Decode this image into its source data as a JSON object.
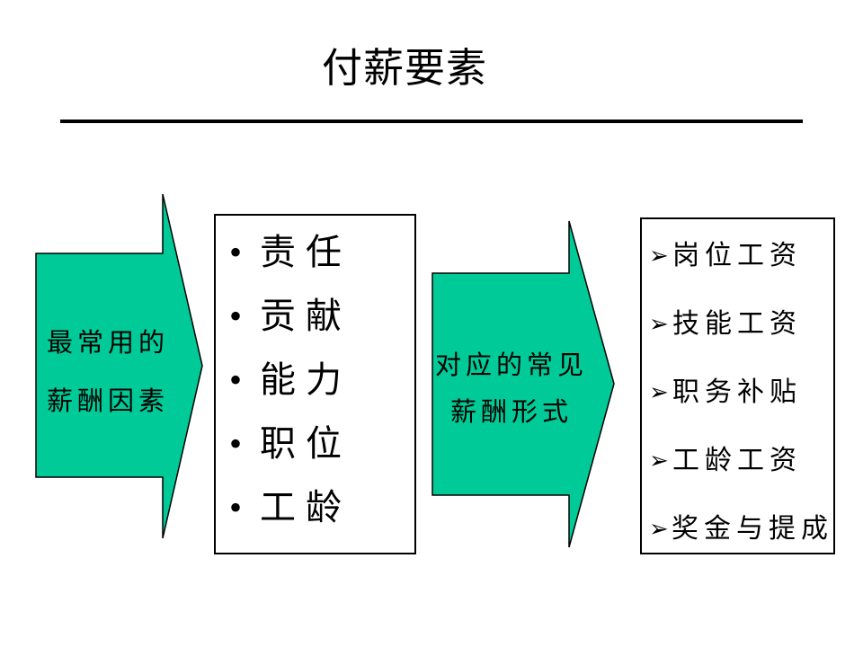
{
  "slide": {
    "title": "付薪要素"
  },
  "left_arrow": {
    "lines": [
      "最常用的",
      "薪酬因素"
    ]
  },
  "factors_box": {
    "bullet_char": "•",
    "items": [
      "责任",
      "贡献",
      "能力",
      "职位",
      "工龄"
    ]
  },
  "middle_arrow": {
    "lines": [
      "对应的常见",
      "薪酬形式"
    ]
  },
  "forms_box": {
    "bullet_char": "➢",
    "items": [
      "岗位工资",
      "技能工资",
      "职务补贴",
      "工龄工资",
      "奖金与提成"
    ]
  },
  "colors": {
    "background": "#FFFFFF",
    "text": "#000000",
    "arrow_fill": "#00CB98",
    "arrow_stroke": "#000000",
    "box_border": "#000000",
    "divider": "#000000"
  }
}
